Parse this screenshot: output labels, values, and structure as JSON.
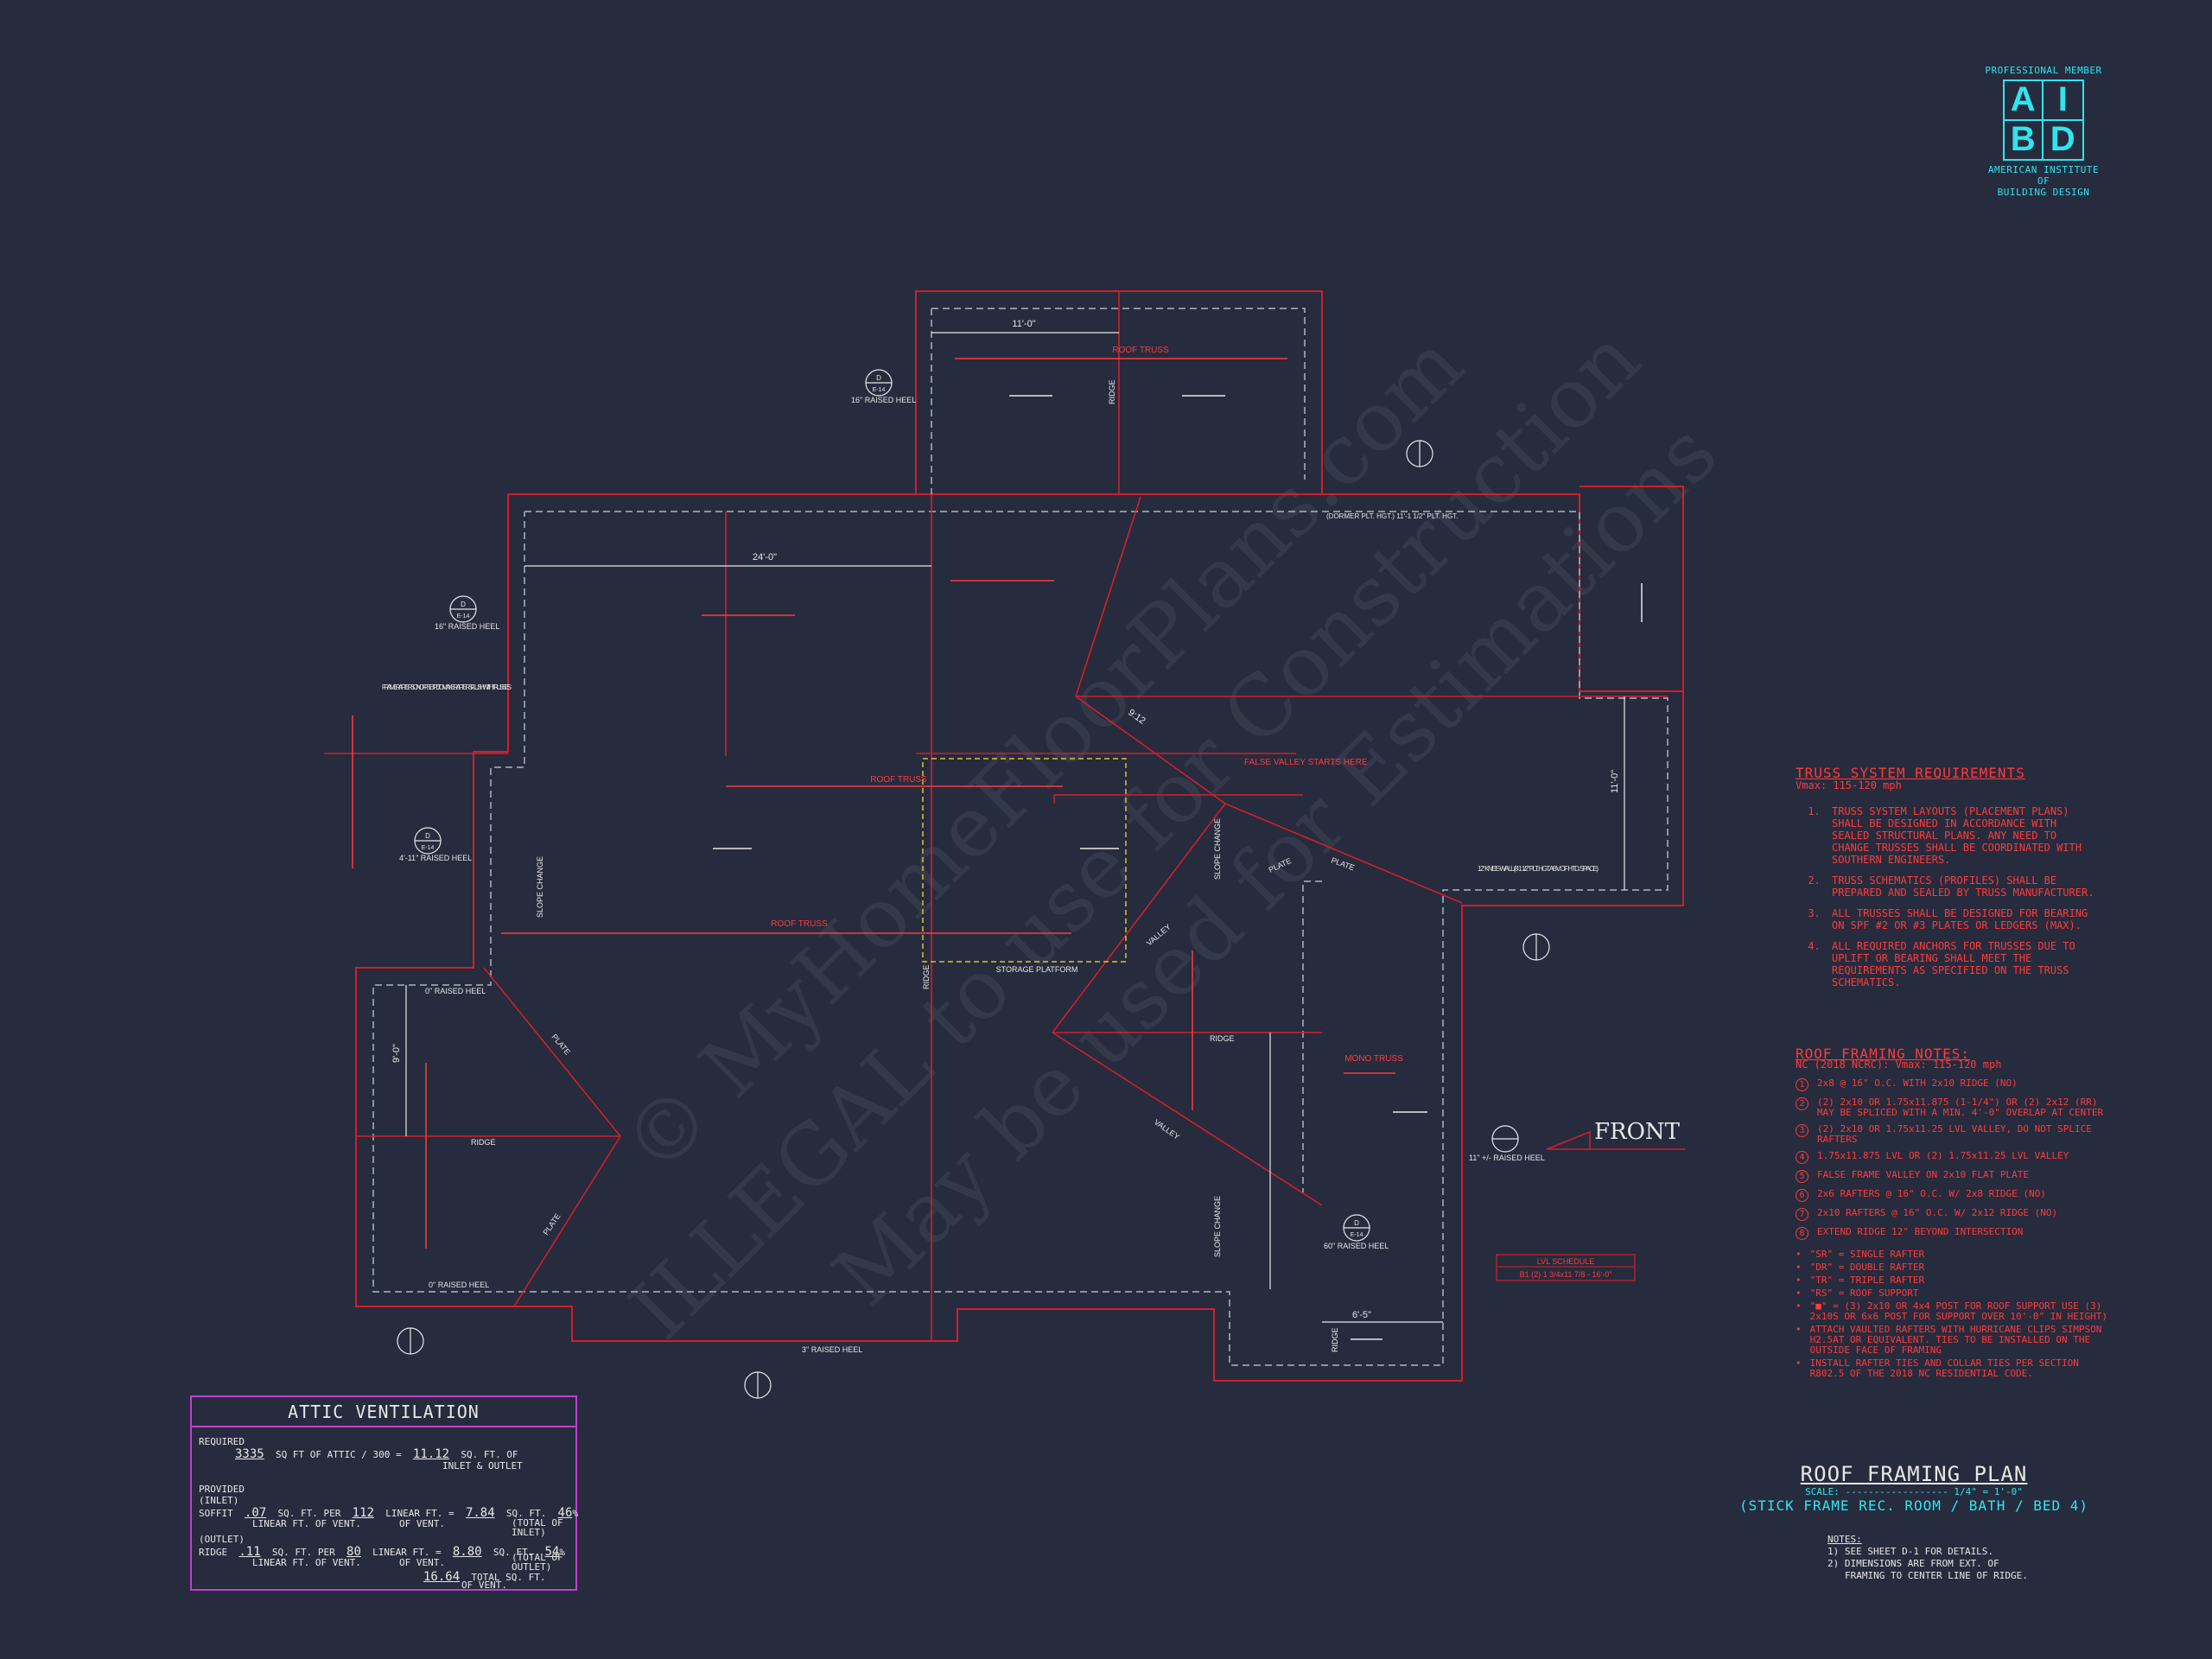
{
  "watermark": {
    "line1": "© MyHomeFloorPlans.com",
    "line2": "ILLEGAL to use for Construction",
    "line3": "May be used for Estimations"
  },
  "logo": {
    "top": "PROFESSIONAL MEMBER",
    "letters": [
      "A",
      "I",
      "B",
      "D"
    ],
    "bottom1": "AMERICAN INSTITUTE",
    "bottom2": "OF",
    "bottom3": "BUILDING DESIGN"
  },
  "plan_labels": {
    "dim_11_0": "11'-0\"",
    "dim_24_0": "24'-0\"",
    "dim_6_5": "6'-5\"",
    "dim_9_0": "9'-0\"",
    "dim_11_0v": "11'-0\"",
    "ridge": "RIDGE",
    "roof_truss": "ROOF TRUSS",
    "plate": "PLATE",
    "valley": "VALLEY",
    "slope_change": "SLOPE CHANGE",
    "storage_platform": "STORAGE PLATFORM",
    "mono_truss": "MONO TRUSS",
    "raised_heel_16": "16\" RAISED HEEL",
    "raised_heel_4": "4'-11\" RAISED HEEL",
    "raised_heel_0": "0\" RAISED HEEL",
    "raised_heel_60": "60\" RAISED HEEL",
    "raised_heel_11": "11\" +/- RAISED HEEL",
    "raised_heel_3": "3\" RAISED HEEL",
    "frame_rafters": "FRAME RAFTERS ON OFFSET PL. TO MAKE RAFTERS FLUSH WITH TRUSSES",
    "dormer": "(DORMER PLT. HGT.) 11'-1 1/2\" PLT. HGT.",
    "knee_wall": "12\" KNEE-WALL (8'-1 1/2\" PLT. HGT. ABV. OF HTD. SPACE)",
    "false_valley": "FALSE VALLEY STARTS HERE",
    "front": "FRONT",
    "pitch": "9:12",
    "detail_top": "D",
    "detail_bottom": "E-14",
    "lvl_schedule_title": "LVL SCHEDULE",
    "lvl_schedule_row": "B1 (2) 1 3/4x11 7/8 - 16'-0\""
  },
  "truss_requirements": {
    "title": "TRUSS SYSTEM REQUIREMENTS",
    "subtitle": "Vmax: 115-120 mph",
    "items": [
      "TRUSS SYSTEM LAYOUTS (PLACEMENT PLANS) SHALL BE DESIGNED IN ACCORDANCE WITH SEALED STRUCTURAL PLANS. ANY NEED TO CHANGE TRUSSES SHALL BE COORDINATED WITH SOUTHERN ENGINEERS.",
      "TRUSS SCHEMATICS (PROFILES) SHALL BE PREPARED AND SEALED BY TRUSS MANUFACTURER.",
      "ALL TRUSSES SHALL BE DESIGNED FOR BEARING ON SPF #2 OR #3 PLATES OR LEDGERS (MAX).",
      "ALL REQUIRED ANCHORS FOR TRUSSES DUE TO UPLIFT OR BEARING SHALL MEET THE REQUIREMENTS AS SPECIFIED ON THE TRUSS SCHEMATICS."
    ]
  },
  "roof_framing_notes": {
    "title": "ROOF FRAMING NOTES:",
    "subtitle": "NC (2018 NCRC): Vmax: 115-120 mph",
    "items": [
      {
        "n": "1",
        "t": "2x8 @ 16\" O.C. WITH 2x10 RIDGE (NO)"
      },
      {
        "n": "2",
        "t": "(2) 2x10 OR 1.75x11.875 (1-1/4\") OR (2) 2x12 (RR) MAY BE SPLICED WITH A MIN. 4'-0\" OVERLAP AT CENTER"
      },
      {
        "n": "3",
        "t": "(2) 2x10 OR 1.75x11.25 LVL VALLEY, DO NOT SPLICE RAFTERS"
      },
      {
        "n": "4",
        "t": "1.75x11.875 LVL OR (2) 1.75x11.25 LVL VALLEY"
      },
      {
        "n": "5",
        "t": "FALSE FRAME VALLEY ON 2x10 FLAT PLATE"
      },
      {
        "n": "6",
        "t": "2x6 RAFTERS @ 16\" O.C. W/ 2x8 RIDGE (NO)"
      },
      {
        "n": "7",
        "t": "2x10 RAFTERS @ 16\" O.C. W/ 2x12 RIDGE (NO)"
      },
      {
        "n": "8",
        "t": "EXTEND RIDGE 12\" BEYOND INTERSECTION"
      }
    ],
    "bullets": [
      "\"SR\" = SINGLE RAFTER",
      "\"DR\" = DOUBLE RAFTER",
      "\"TR\" = TRIPLE RAFTER",
      "\"RS\" = ROOF SUPPORT",
      "\"■\" = (3) 2x10 OR 4x4 POST FOR ROOF SUPPORT USE (3) 2x10S OR 6x6 POST FOR SUPPORT OVER 10'-0\" IN HEIGHT)",
      "ATTACH VAULTED RAFTERS WITH HURRICANE CLIPS SIMPSON H2.5AT OR EQUIVALENT. TIES TO BE INSTALLED ON THE OUTSIDE FACE OF FRAMING",
      "INSTALL RAFTER TIES AND COLLAR TIES PER SECTION R802.5 OF THE 2018 NC RESIDENTIAL CODE."
    ]
  },
  "attic": {
    "title": "ATTIC VENTILATION",
    "required_label": "REQUIRED",
    "required_area": "3335",
    "required_text1": "SQ FT OF ATTIC / 300 =",
    "required_result": "11.12",
    "required_text2": "SQ. FT. OF",
    "required_text3": "INLET & OUTLET",
    "provided_label": "PROVIDED",
    "inlet_label": "(INLET)",
    "soffit_label": "SOFFIT",
    "soffit_factor": ".07",
    "per_label": "SQ. FT. PER",
    "soffit_length": "112",
    "linear_ft": "LINEAR FT. =",
    "soffit_area": "7.84",
    "sqft": "SQ. FT.",
    "soffit_total": "46",
    "linear_of_vent": "LINEAR FT. OF VENT.",
    "of_vent": "OF VENT.",
    "pct": "%",
    "total_of_inlet": "(TOTAL OF INLET)",
    "outlet_label": "(OUTLET)",
    "ridge_label": "RIDGE",
    "ridge_factor": ".11",
    "ridge_length": "80",
    "ridge_area": "8.80",
    "ridge_total": "54",
    "total_of_outlet": "(TOTAL OF OUTLET)",
    "grand_total": "16.64",
    "total_text": "TOTAL SQ. FT.",
    "of_vent2": "OF VENT."
  },
  "title_block": {
    "title": "ROOF FRAMING PLAN",
    "scale": "SCALE: ------------------ 1/4\" = 1'-0\"",
    "subtitle": "(STICK FRAME REC. ROOM / BATH / BED 4)",
    "notes_label": "NOTES:",
    "note1": "1) SEE SHEET D-1 FOR DETAILS.",
    "note2": "2) DIMENSIONS ARE FROM EXT. OF",
    "note3": "FRAMING TO CENTER LINE OF RIDGE."
  },
  "colors": {
    "background": "#262b3d",
    "wall_red": "#d21f2c",
    "dash_gray": "#b0b4c0",
    "accent_cyan": "#2ee6f0",
    "attic_border": "#c040d0",
    "platform_yellow": "#d8c830"
  }
}
